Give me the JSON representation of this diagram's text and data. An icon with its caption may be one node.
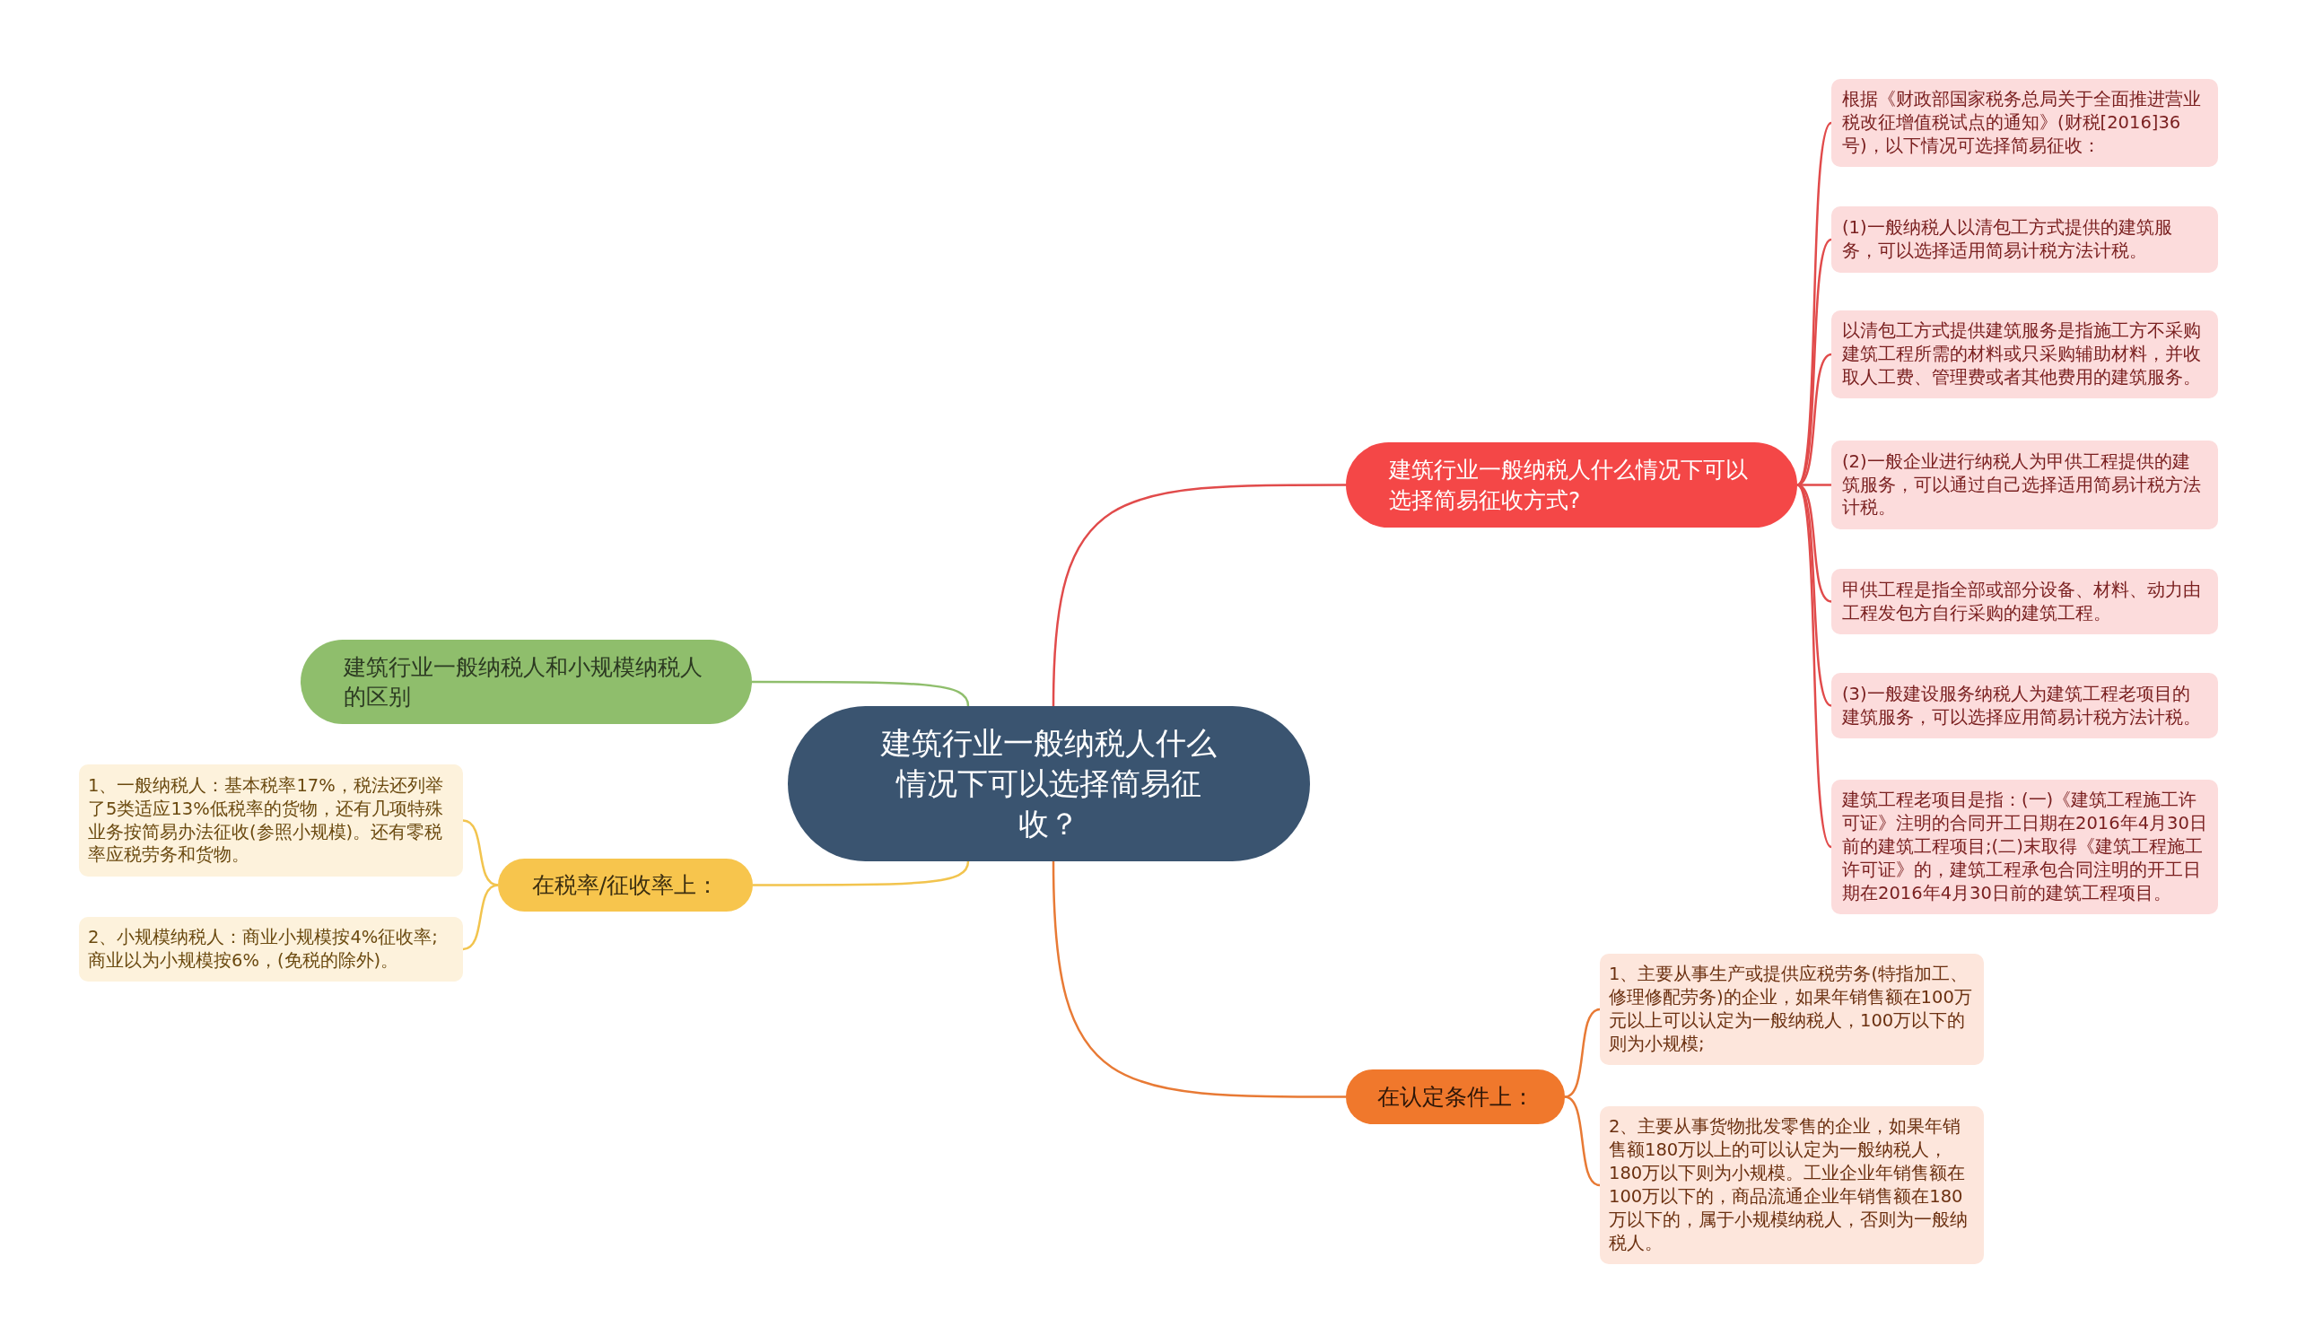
{
  "diagram": {
    "nodes": [
      {
        "text": [
          "建筑行业一般纳税人什么情况下可以选择简易征收？"
        ]
      },
      {
        "text": [
          "建筑行业一般纳税人什么情况下可以选择简易征收方式?"
        ]
      },
      {
        "text": [
          "根据《财政部国家税务总局关于全面推进营业税改征增值税试点的通知》(财税[2016]36号)，以下情况可选择简易征收："
        ]
      },
      {
        "text": [
          "(1)一般纳税人以清包工方式提供的建筑服务，可以选择适用简易计税方法计税。"
        ]
      },
      {
        "text": [
          "以清包工方式提供建筑服务是指施工方不采购建筑工程所需的材料或只采购辅助材料，并收取人工费、管理费或者其他费用的建筑服务。"
        ]
      },
      {
        "text": [
          "(2)一般企业进行纳税人为甲供工程提供的建筑服务，可以通过自己选择适用简易计税方法计税。"
        ]
      },
      {
        "text": [
          "甲供工程是指全部或部分设备、材料、动力由工程发包方自行采购的建筑工程。"
        ]
      },
      {
        "text": [
          "(3)一般建设服务纳税人为建筑工程老项目的建筑服务，可以选择应用简易计税方法计税。"
        ]
      },
      {
        "text": [
          "建筑工程老项目是指：(一)《建筑工程施工许可证》注明的合同开工日期在2016年4月30日前的建筑工程项目;(二)末取得《建筑工程施工许可证》的，建筑工程承包合同注明的开工日期在2016年4月30日前的建筑工程项目。"
        ]
      },
      {
        "text": [
          "建筑行业一般纳税人和小规模纳税人的区别"
        ]
      },
      {
        "text": [
          "在税率/征收率上："
        ]
      },
      {
        "text": [
          "1、一般纳税人：基本税率17%，税法还列举了5类适应13%低税率的货物，还有几项特殊业务按简易办法征收(参照小规模)。还有零税率应税劳务和货物。"
        ]
      },
      {
        "text": [
          "2、小规模纳税人：商业小规模按4%征收率;商业以为小规模按6%，(免税的除外)。"
        ]
      },
      {
        "text": [
          "在认定条件上："
        ]
      },
      {
        "text": [
          "1、主要从事生产或提供应税劳务(特指加工、修理修配劳务)的企业，如果年销售额在100万元以上可以认定为一般纳税人，100万以下的则为小规模;"
        ]
      },
      {
        "text": [
          "2、主要从事货物批发零售的企业，如果年销售额180万以上的可以认定为一般纳税人，180万以下则为小规模。工业企业年销售额在100万以下的，商品流通企业年销售额在180万以下的，属于小规模纳税人，否则为一般纳税人。"
        ]
      }
    ],
    "edges": [
      {
        "from": 0,
        "to": 1,
        "arrow": "none"
      },
      {
        "from": 1,
        "to": 2,
        "arrow": "none"
      },
      {
        "from": 1,
        "to": 3,
        "arrow": "none"
      },
      {
        "from": 1,
        "to": 4,
        "arrow": "none"
      },
      {
        "from": 1,
        "to": 5,
        "arrow": "none"
      },
      {
        "from": 1,
        "to": 6,
        "arrow": "none"
      },
      {
        "from": 1,
        "to": 7,
        "arrow": "none"
      },
      {
        "from": 1,
        "to": 8,
        "arrow": "none"
      },
      {
        "from": 0,
        "to": 9,
        "arrow": "none",
        "color": "#8fbe6c"
      },
      {
        "from": 0,
        "to": 10,
        "arrow": "none",
        "color": "#f2c44e"
      },
      {
        "from": 10,
        "to": 11,
        "arrow": "none",
        "color": "#f2c44e"
      },
      {
        "from": 10,
        "to": 12,
        "arrow": "none",
        "color": "#f2c44e"
      },
      {
        "from": 0,
        "to": 13,
        "arrow": "none",
        "color": "#e87a35"
      },
      {
        "from": 13,
        "to": 14,
        "arrow": "none",
        "color": "#e87a35"
      },
      {
        "from": 13,
        "to": 15,
        "arrow": "none",
        "color": "#e87a35"
      }
    ]
  }
}
